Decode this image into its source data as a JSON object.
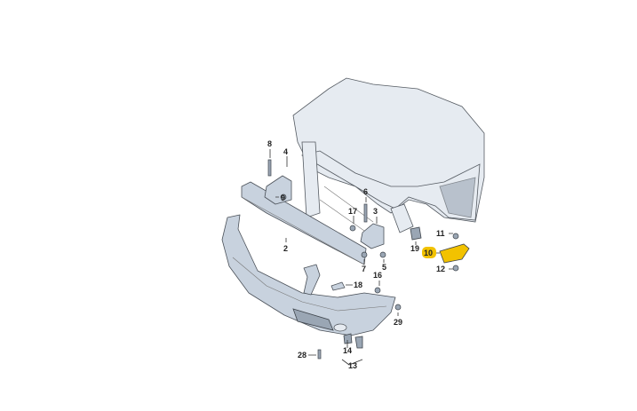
{
  "diagram": {
    "title": "Front bumper assembly exploded view",
    "highlight_color": "#f2c200",
    "part_color": "#c8d2de",
    "labels": {
      "p8": "8",
      "p4": "4",
      "p9": "9",
      "p2": "2",
      "p6": "6",
      "p17": "17",
      "p3": "3",
      "p7": "7",
      "p5": "5",
      "p19": "19",
      "p11": "11",
      "p10": "10",
      "p12": "12",
      "p16": "16",
      "p18": "18",
      "p29": "29",
      "p28": "28",
      "p14": "14",
      "p13": "13"
    }
  }
}
